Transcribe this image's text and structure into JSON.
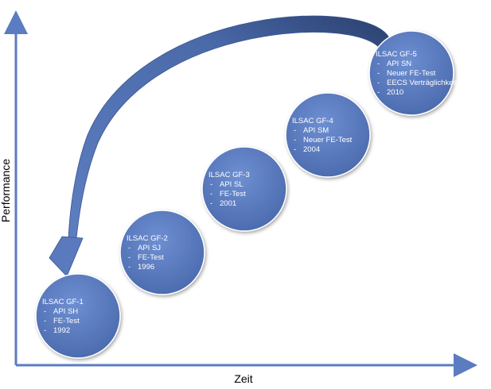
{
  "axes": {
    "x_label": "Zeit",
    "y_label": "Performance"
  },
  "milestones": [
    {
      "title": "ILSAC GF-1",
      "items": [
        "API SH",
        "FE-Test",
        "1992"
      ]
    },
    {
      "title": "ILSAC GF-2",
      "items": [
        "API SJ",
        "FE-Test",
        "1996"
      ]
    },
    {
      "title": "ILSAC GF-3",
      "items": [
        "API SL",
        "FE-Test",
        "2001"
      ]
    },
    {
      "title": "ILSAC GF-4",
      "items": [
        "API SM",
        "Neuer FE-Test",
        "2004"
      ]
    },
    {
      "title": "ILSAC GF-5",
      "items": [
        "API SN",
        "Neuer FE-Test",
        "EECS Verträglichkeit",
        "2010"
      ]
    }
  ],
  "bullet_glyph": "-",
  "colors": {
    "axis": "#5b7cc0",
    "circle": "#5a7bbf",
    "circle_dark": "#3d5c9e",
    "arrow": "#4f6faf",
    "arrow_dark": "#1f3a6e"
  }
}
